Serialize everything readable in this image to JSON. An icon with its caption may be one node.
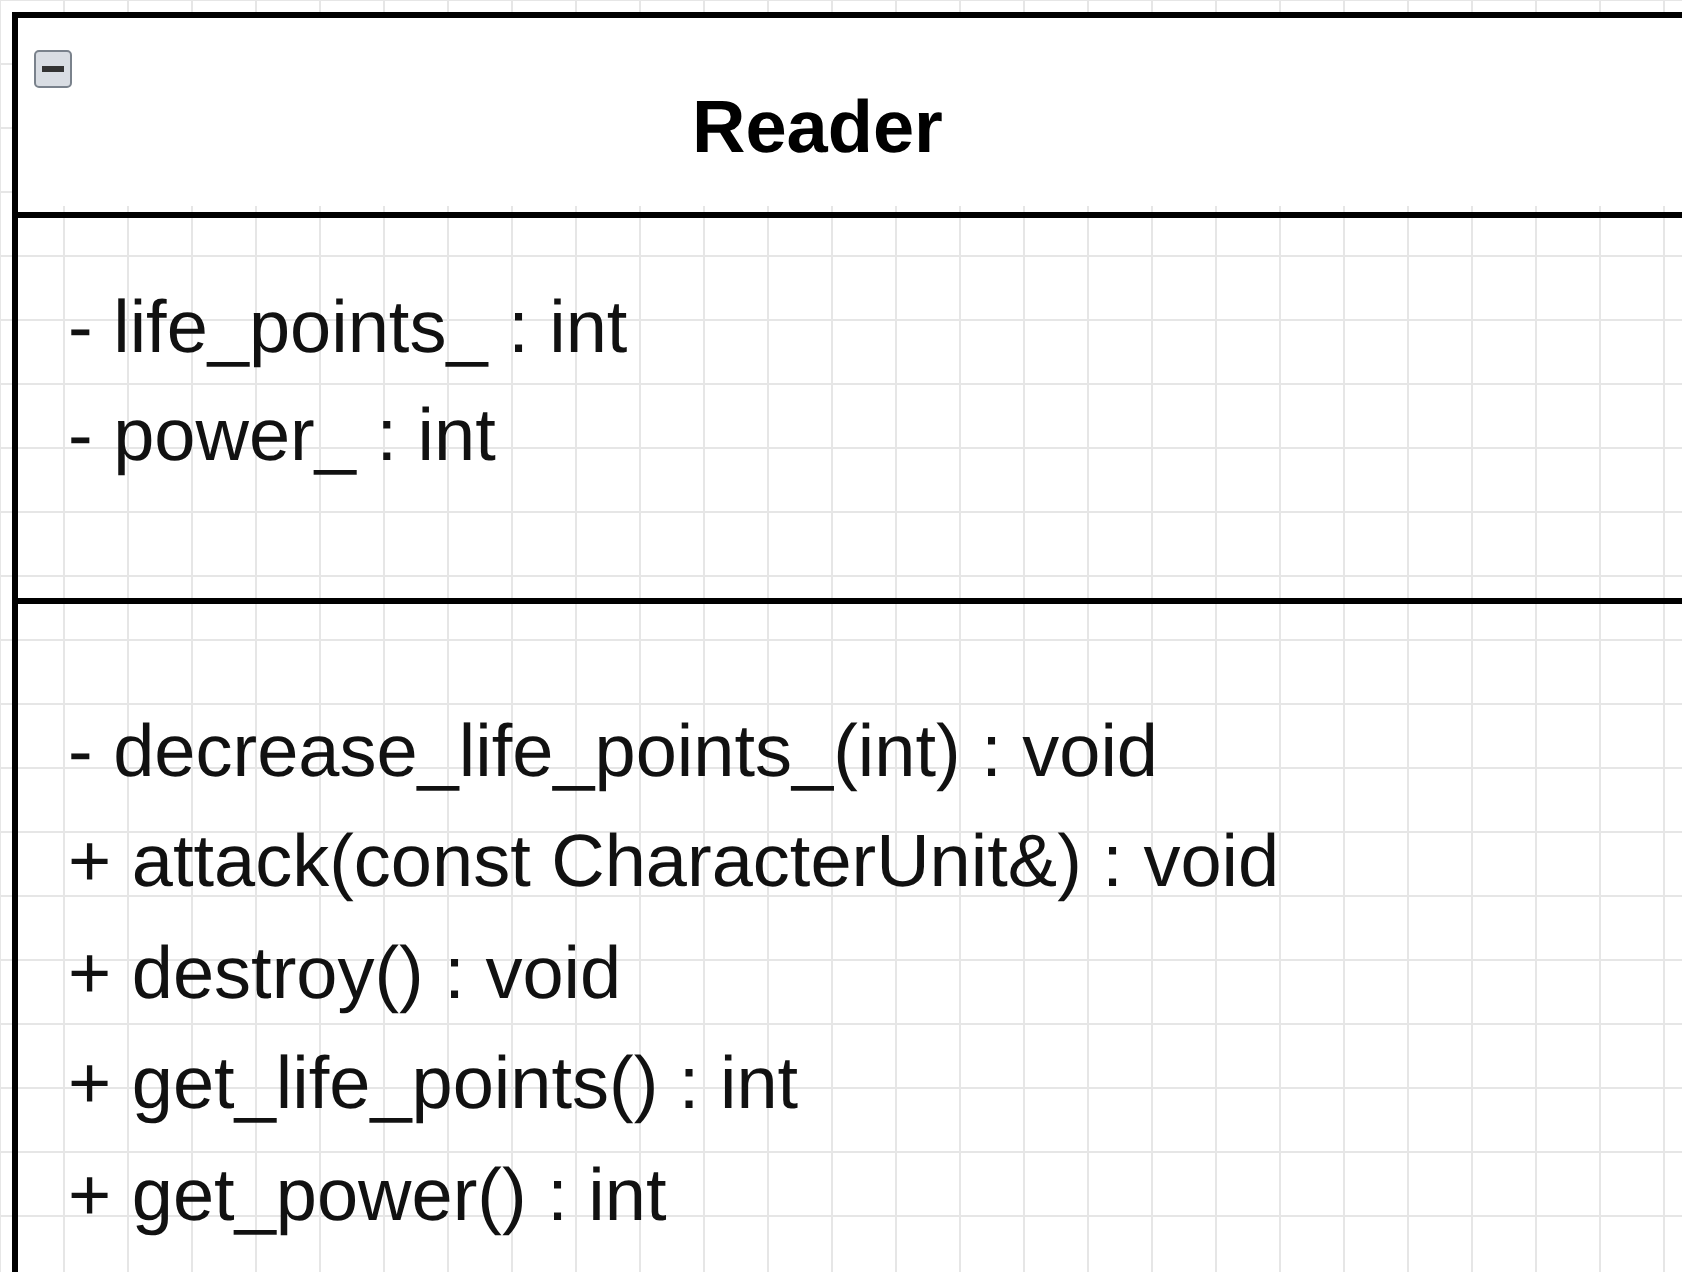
{
  "diagram": {
    "nodes": [
      {
        "text": [
          "Reader"
        ]
      },
      {
        "text": [
          "- life_points_ : int",
          "- power_ : int"
        ],
        "in": 0
      },
      {
        "text": [
          "- decrease_life_points_(int) : void",
          "+ attack(const CharacterUnit&) : void",
          "+ destroy() : void",
          "+ get_life_points() : int",
          "+ get_power() : int"
        ],
        "in": 0
      }
    ]
  }
}
